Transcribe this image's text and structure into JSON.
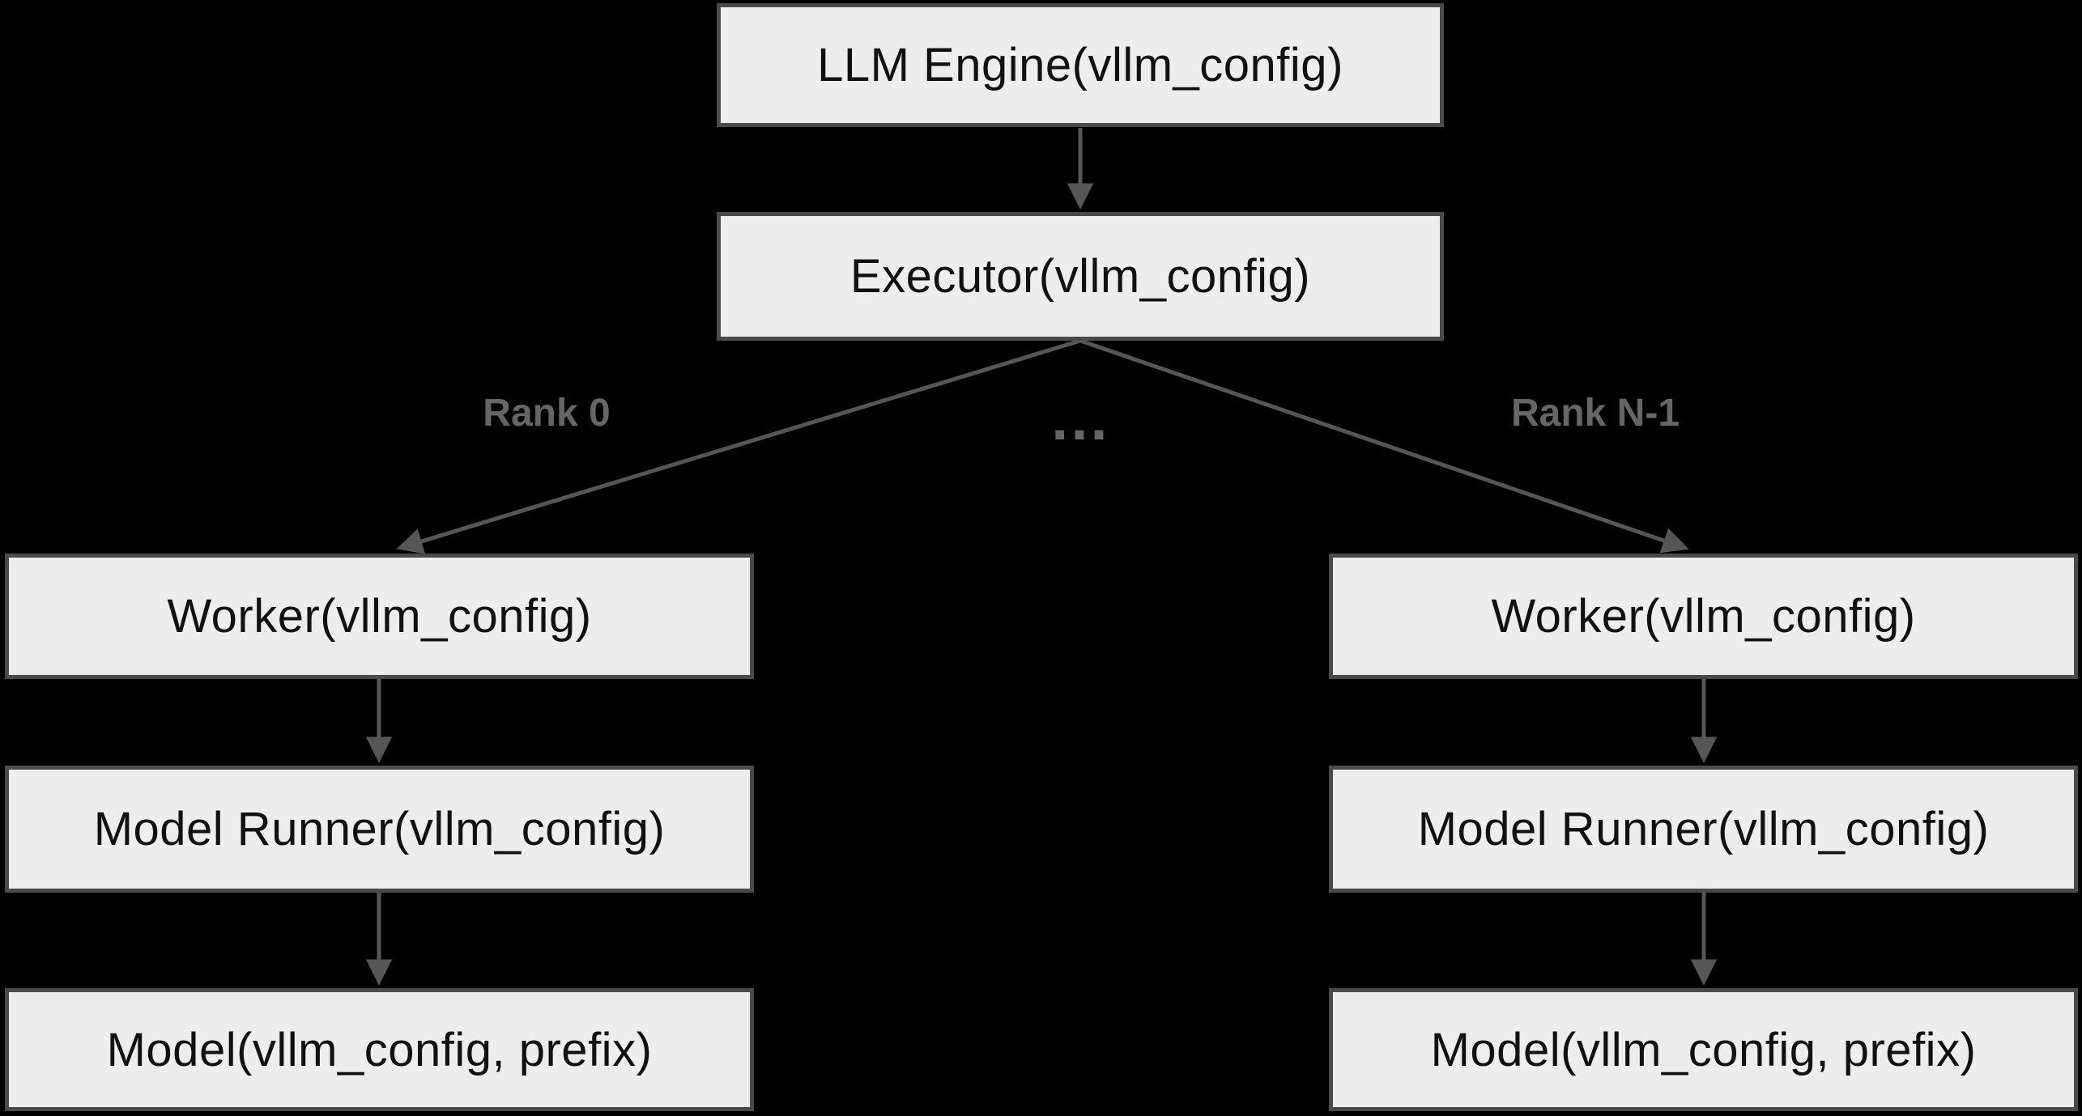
{
  "colors": {
    "background": "#000000",
    "box_fill": "#ededed",
    "box_border": "#4a4a4a",
    "arrow": "#565656",
    "edge_label": "#666666",
    "box_text": "#111111"
  },
  "nodes": {
    "llm_engine": "LLM Engine(vllm_config)",
    "executor": "Executor(vllm_config)",
    "worker_left": "Worker(vllm_config)",
    "model_runner_left": "Model Runner(vllm_config)",
    "model_left": "Model(vllm_config, prefix)",
    "worker_right": "Worker(vllm_config)",
    "model_runner_right": "Model Runner(vllm_config)",
    "model_right": "Model(vllm_config, prefix)"
  },
  "edge_labels": {
    "rank_0": "Rank 0",
    "ellipsis": "…",
    "rank_n_1": "Rank N-1"
  }
}
